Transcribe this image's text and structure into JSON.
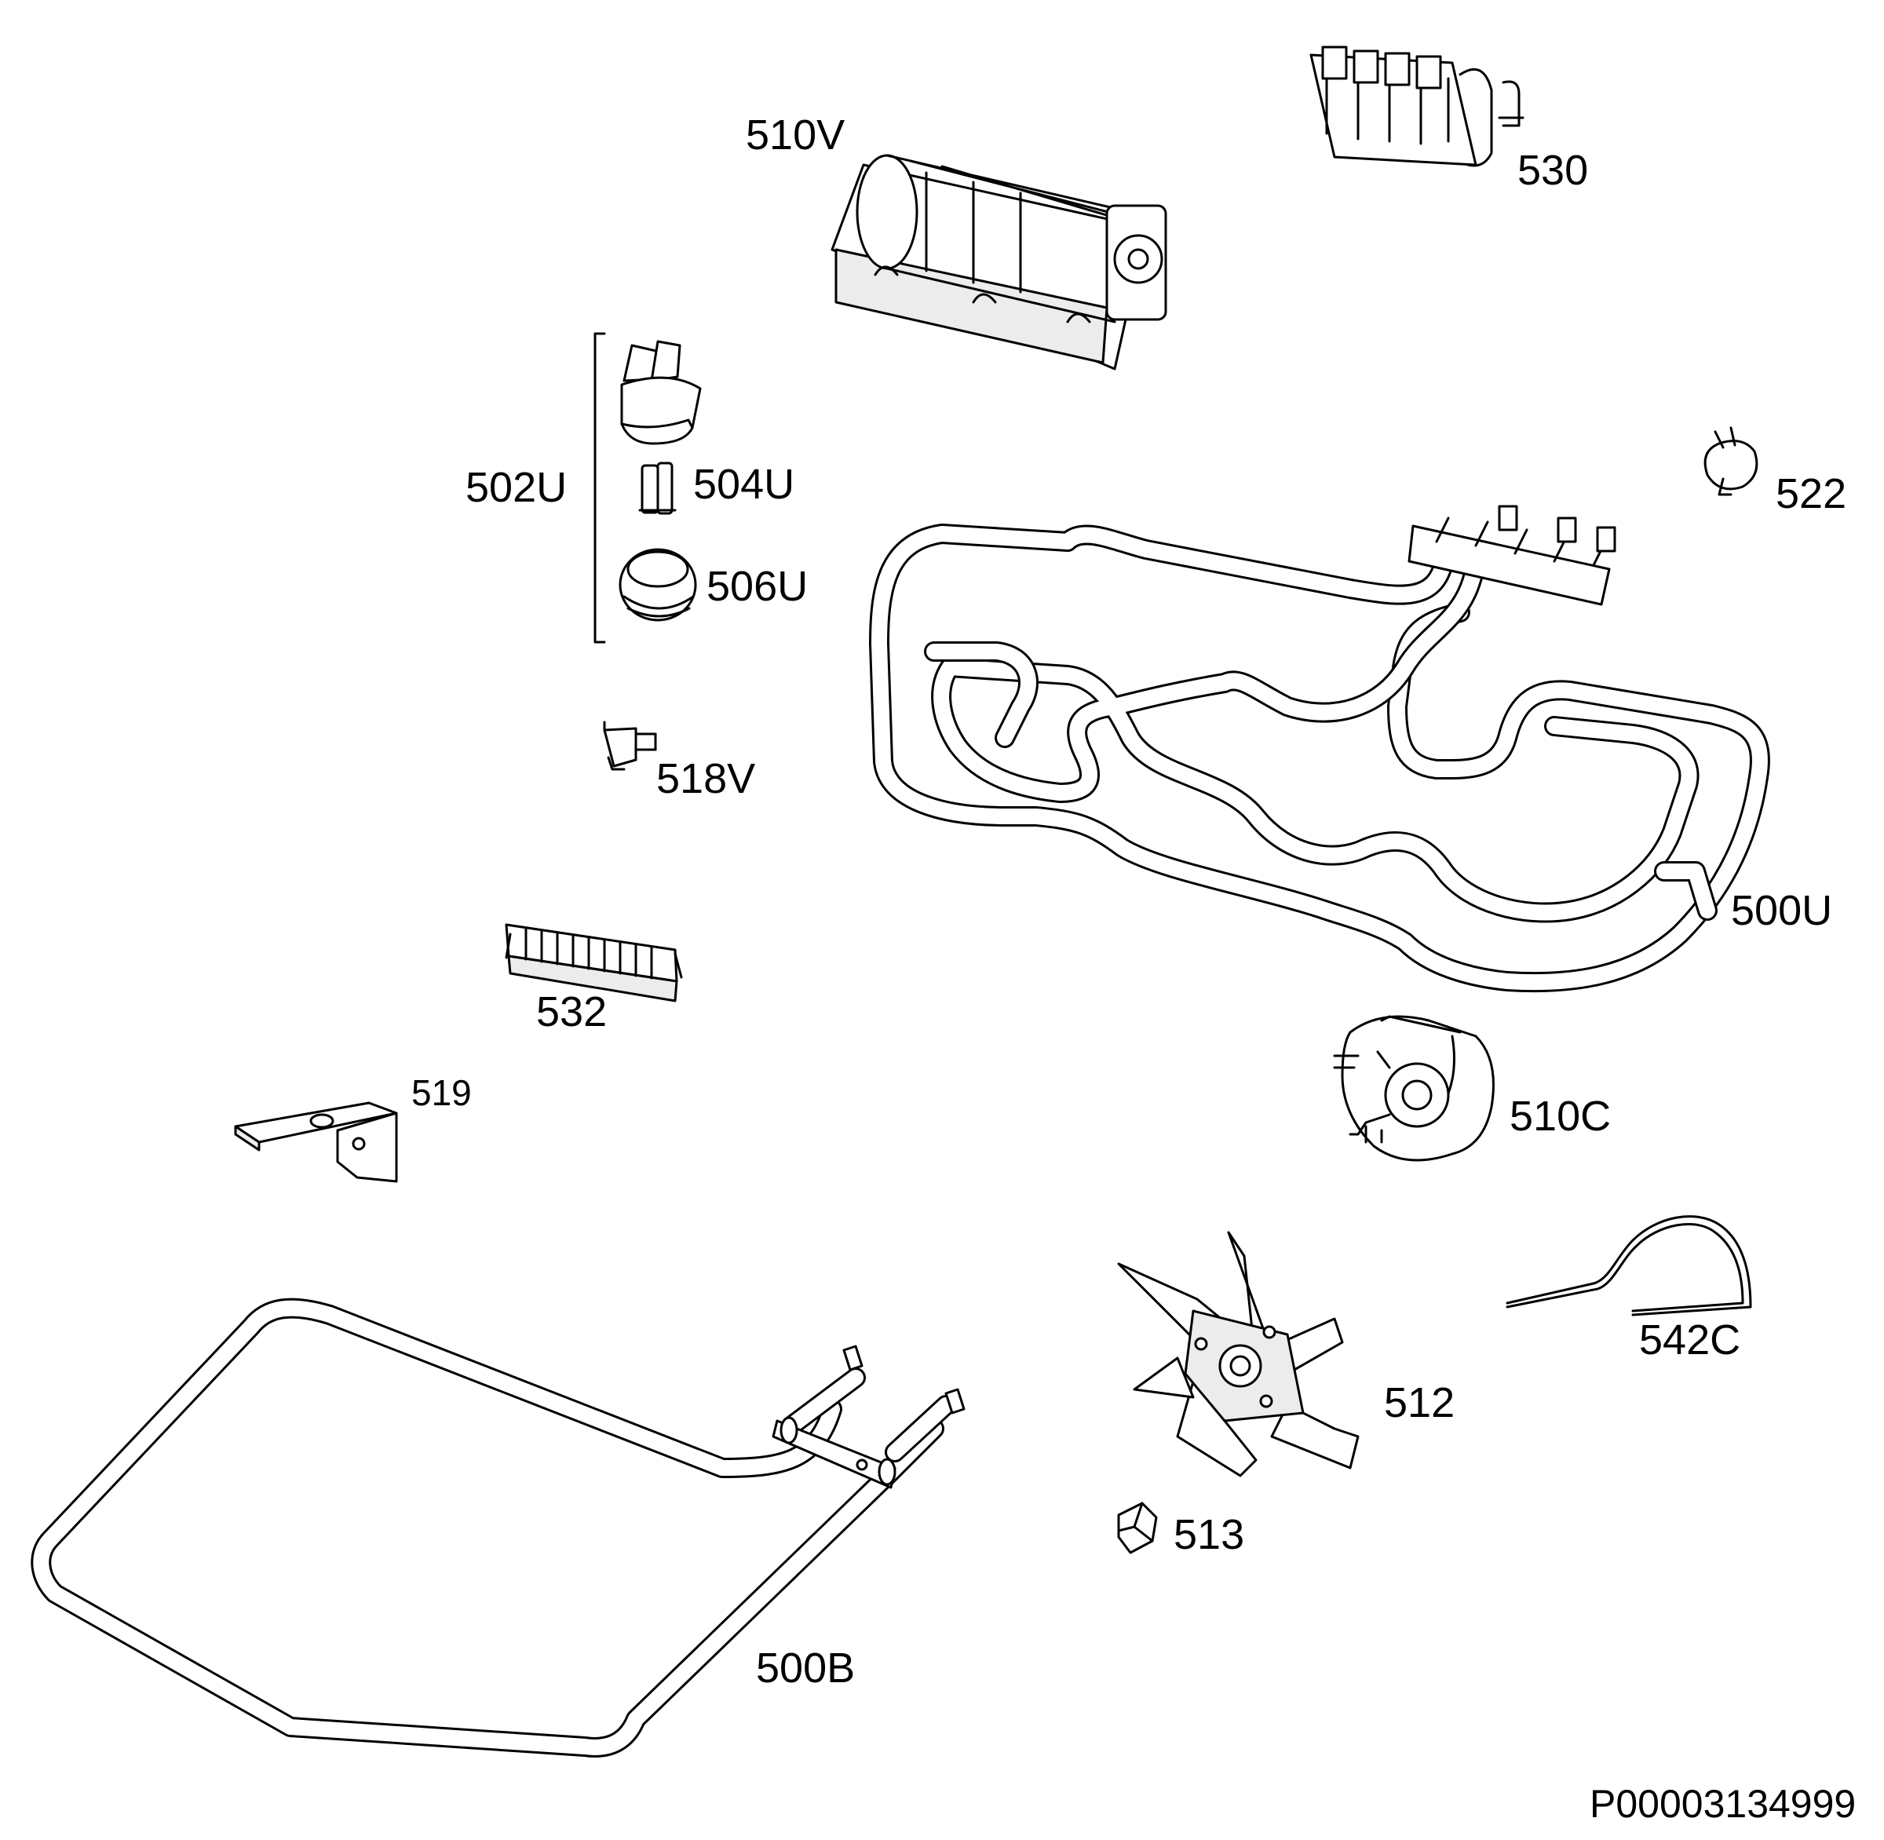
{
  "diagram": {
    "drawing_number": "P00003134999",
    "parts": [
      {
        "id": "510v",
        "label": "510V"
      },
      {
        "id": "530",
        "label": "530"
      },
      {
        "id": "502u",
        "label": "502U"
      },
      {
        "id": "504u",
        "label": "504U"
      },
      {
        "id": "506u",
        "label": "506U"
      },
      {
        "id": "522",
        "label": "522"
      },
      {
        "id": "518v",
        "label": "518V"
      },
      {
        "id": "500u",
        "label": "500U"
      },
      {
        "id": "532",
        "label": "532"
      },
      {
        "id": "519",
        "label": "519"
      },
      {
        "id": "510c",
        "label": "510C"
      },
      {
        "id": "542c",
        "label": "542C"
      },
      {
        "id": "512",
        "label": "512"
      },
      {
        "id": "513",
        "label": "513"
      },
      {
        "id": "500b",
        "label": "500B"
      }
    ]
  }
}
